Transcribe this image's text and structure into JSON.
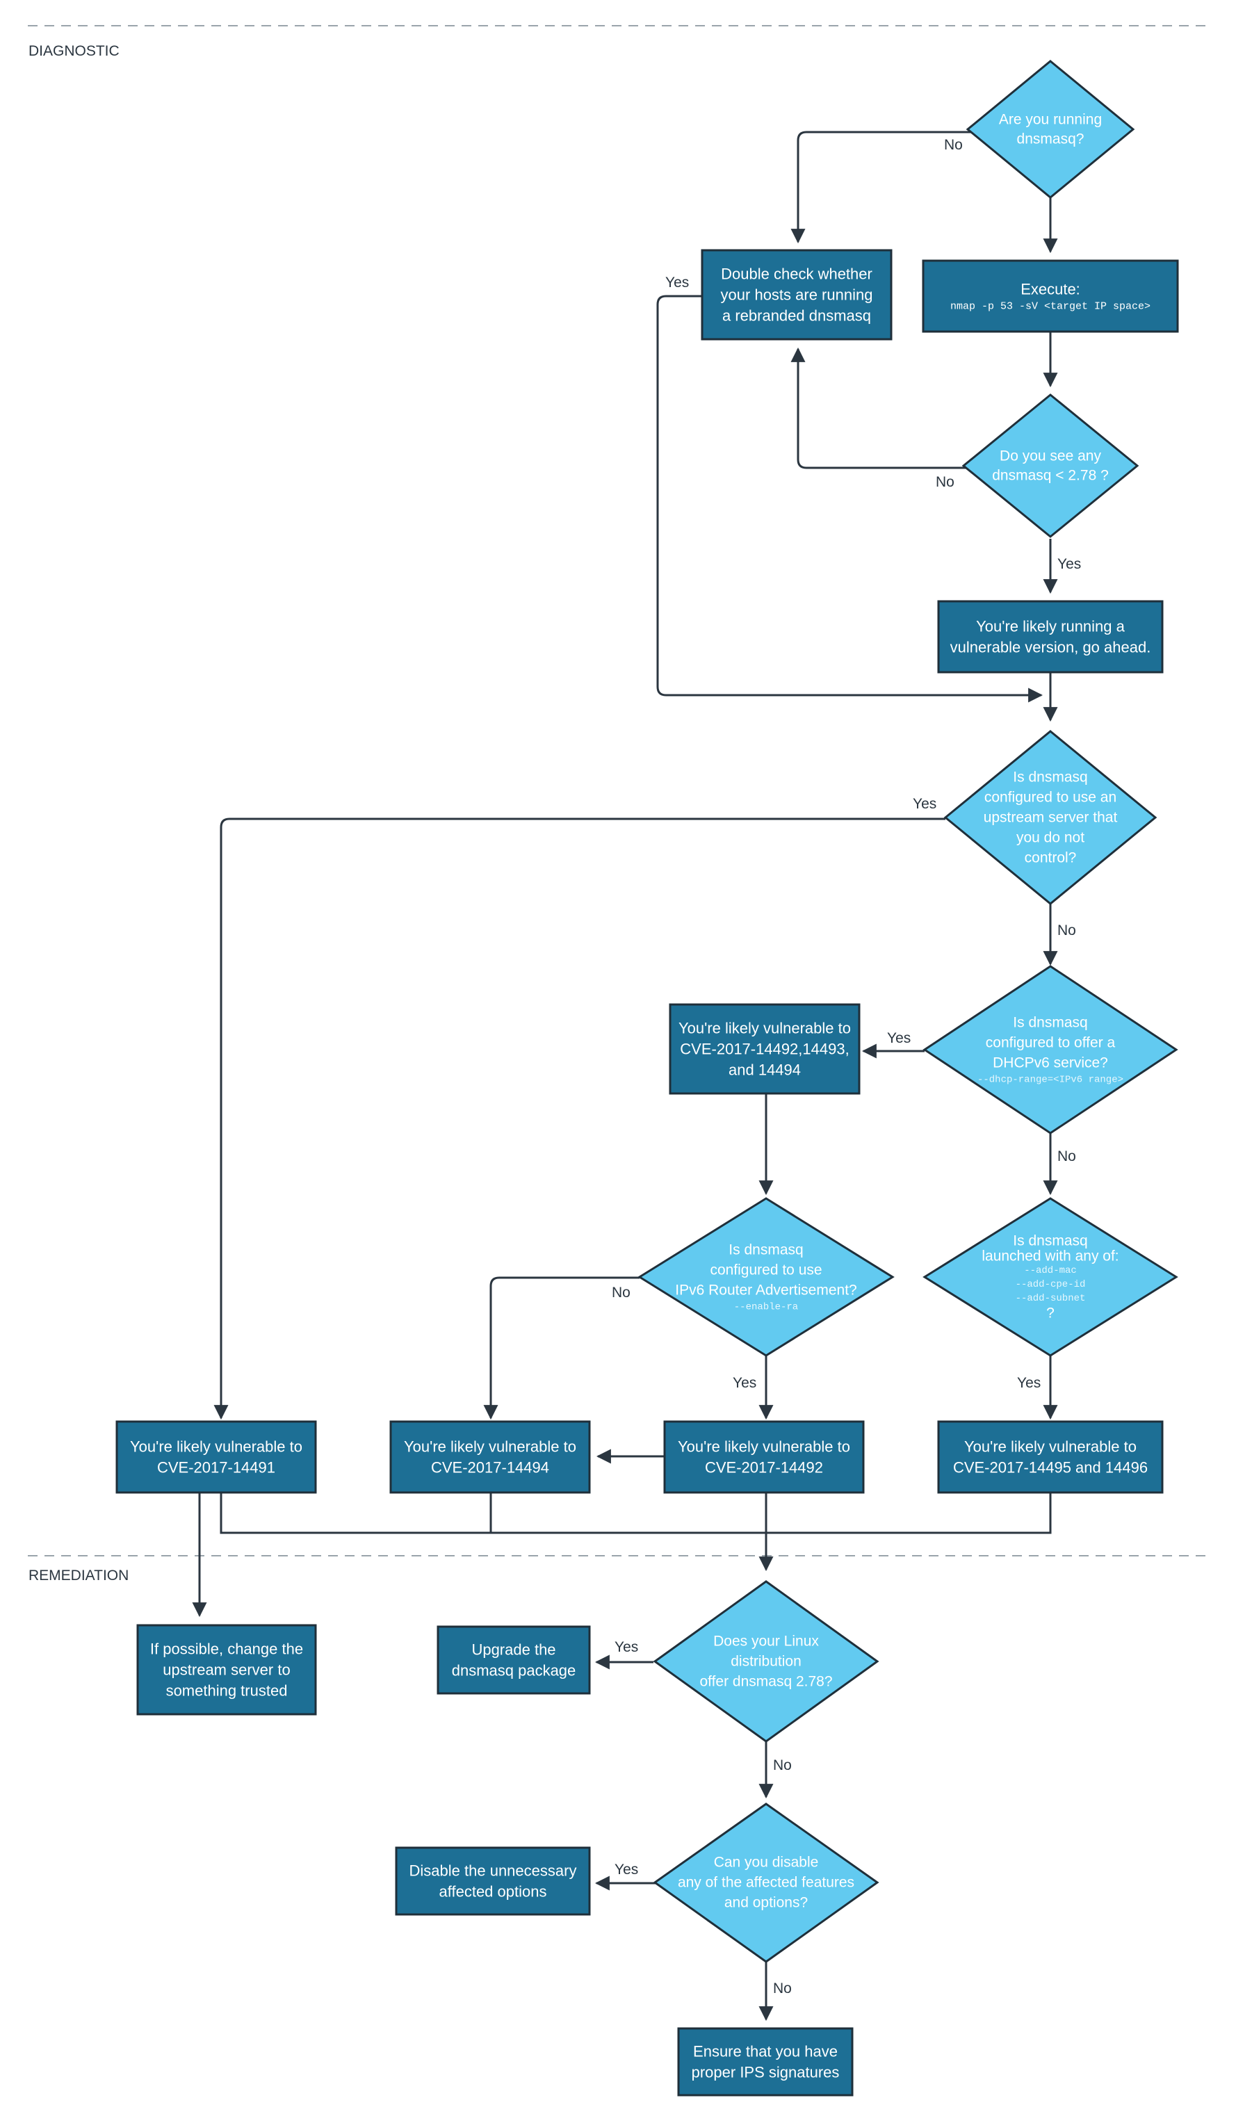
{
  "colors": {
    "background": "#ffffff",
    "box_fill": "#1d6f95",
    "box_stroke": "#1f2f3a",
    "diamond_fill": "#62caf0",
    "diamond_stroke": "#1f2f3a",
    "line": "#2b3640",
    "text_light": "#ffffff",
    "section_label": "#2b3640",
    "divider": "#9aa4ab",
    "mono_on_diamond": "#e6f7fd"
  },
  "sections": {
    "diagnostic": "DIAGNOSTIC",
    "remediation": "REMEDIATION"
  },
  "nodes": {
    "q_running": {
      "lines": [
        "Are you running",
        "dnsmasq?"
      ]
    },
    "box_double_check": {
      "lines": [
        "Double check whether",
        "your hosts are running",
        "a rebranded dnsmasq"
      ]
    },
    "box_execute": {
      "lines": [
        "Execute:"
      ],
      "mono": [
        "nmap -p 53 -sV <target IP space>"
      ]
    },
    "q_version": {
      "lines": [
        "Do you see any",
        "dnsmasq < 2.78 ?"
      ]
    },
    "box_likely_running": {
      "lines": [
        "You're likely running a",
        "vulnerable version, go ahead."
      ]
    },
    "q_upstream": {
      "lines": [
        "Is dnsmasq",
        "configured to use an",
        "upstream server that",
        "you do not",
        "control?"
      ]
    },
    "q_dhcpv6": {
      "lines": [
        "Is dnsmasq",
        "configured to offer a",
        "DHCPv6 service?"
      ],
      "mono": [
        "--dhcp-range=<IPv6 range>"
      ]
    },
    "box_cve_14492_3_4": {
      "lines": [
        "You're likely vulnerable to",
        "CVE-2017-14492,14493,",
        "and 14494"
      ]
    },
    "q_ra": {
      "lines": [
        "Is dnsmasq",
        "configured to use",
        "IPv6 Router Advertisement?"
      ],
      "mono": [
        "--enable-ra"
      ]
    },
    "q_launched": {
      "lines": [
        "Is dnsmasq",
        "launched with any of:"
      ],
      "mono": [
        "--add-mac",
        "--add-cpe-id",
        "--add-subnet"
      ],
      "tail": "?"
    },
    "box_cve_14491": {
      "lines": [
        "You're likely vulnerable to",
        "CVE-2017-14491"
      ]
    },
    "box_cve_14494": {
      "lines": [
        "You're likely vulnerable to",
        "CVE-2017-14494"
      ]
    },
    "box_cve_14492": {
      "lines": [
        "You're likely vulnerable to",
        "CVE-2017-14492"
      ]
    },
    "box_cve_14495_6": {
      "lines": [
        "You're likely vulnerable to",
        "CVE-2017-14495 and 14496"
      ]
    },
    "box_change_upstream": {
      "lines": [
        "If possible, change the",
        "upstream server to",
        "something trusted"
      ]
    },
    "box_upgrade": {
      "lines": [
        "Upgrade the",
        "dnsmasq package"
      ]
    },
    "q_distribution": {
      "lines": [
        "Does your Linux",
        "distribution",
        "offer dnsmasq 2.78?"
      ]
    },
    "box_disable": {
      "lines": [
        "Disable the unnecessary",
        "affected options"
      ]
    },
    "q_disable": {
      "lines": [
        "Can you disable",
        "any of the affected features",
        "and options?"
      ]
    },
    "box_ips": {
      "lines": [
        "Ensure that you have",
        "proper IPS signatures"
      ]
    }
  },
  "edge_labels": {
    "running_no": "No",
    "double_check_yes": "Yes",
    "version_no": "No",
    "version_yes": "Yes",
    "upstream_yes": "Yes",
    "upstream_no": "No",
    "dhcpv6_yes": "Yes",
    "dhcpv6_no": "No",
    "ra_no": "No",
    "ra_yes": "Yes",
    "launched_yes": "Yes",
    "distribution_yes": "Yes",
    "distribution_no": "No",
    "disable_yes": "Yes",
    "disable_no": "No"
  }
}
